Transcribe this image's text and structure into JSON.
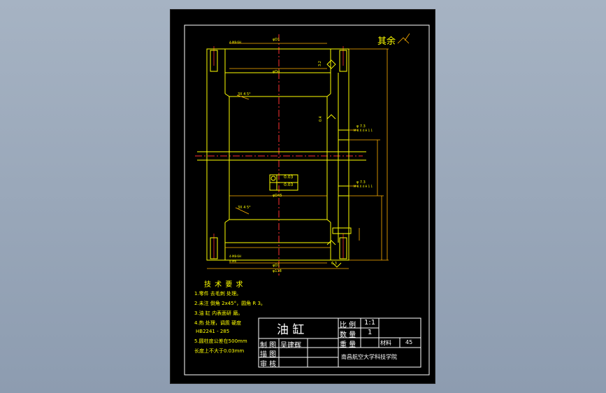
{
  "colors": {
    "background": "#8e9cb0",
    "sheet": "#000000",
    "outline": "#ffff00",
    "frame": "#ffffff",
    "centerline": "#ff3030",
    "dimension": "#ffb000"
  },
  "roughness": {
    "label": "其余"
  },
  "dims": {
    "phi1": "φD1",
    "phi4": "φD4",
    "chamfer_top": "3X 4 5°",
    "chamfer_bottom": "3X 4 5°",
    "phi_bottom": "φD45",
    "phi_d1_bottom": "φD1",
    "phi_outer": "φ118",
    "thread_top": "4-M8-6H",
    "thread_bottom": "4-M8-6H",
    "thread_bottom2": "4-M6",
    "port_top_phi": "φ 7.3",
    "port_top_thread": "M 8 X 4 H 1 1",
    "port_bottom_phi": "φ 7.3",
    "port_bottom_thread": "M 8 X 4 H 1 1",
    "tol1": "0.03",
    "tol2": "0.03",
    "r63_top": "3.2",
    "r63_bottom": "6.3",
    "r04": "0.4"
  },
  "tech": {
    "title": "技 术 要 求",
    "lines": [
      "1.零件 去毛刺 处理。",
      "2.未注 倒角 2x45°，圆角 R 3。",
      "3.油 缸 内表面研 磨。",
      "4.热 处理，调质 硬度",
      "HB2241 - 285",
      "5.圆柱度公差在500mm",
      "长度上不大于0.03mm"
    ]
  },
  "titleblock": {
    "name": "油    缸",
    "scale_label": "比 例",
    "scale_value": "1:1",
    "qty_label": "数 量",
    "qty_value": "1",
    "weight_label": "重 量",
    "material_label": "材料",
    "material_value": "45",
    "drawn_label": "制 图",
    "drawn_value": "吴建辉",
    "traced_label": "描 图",
    "checked_label": "审 核",
    "school": "南昌航空大学科技学院"
  }
}
